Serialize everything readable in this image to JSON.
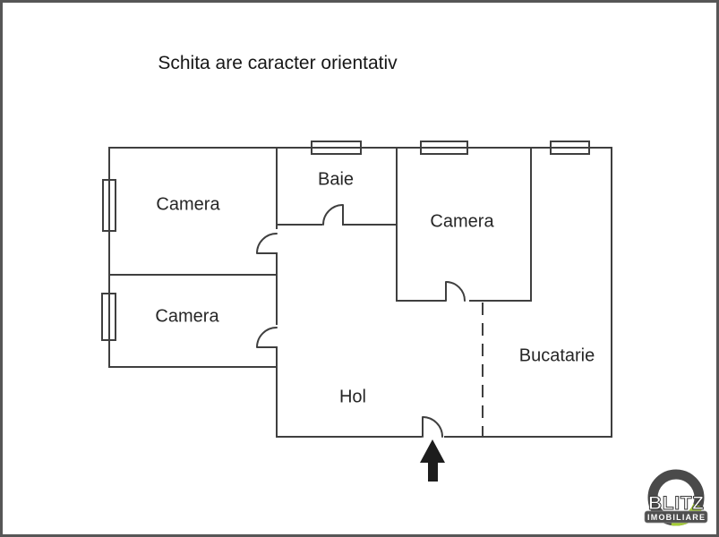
{
  "title": "Schita are caracter orientativ",
  "rooms": [
    {
      "id": "camera-top-left",
      "label": "Camera"
    },
    {
      "id": "baie",
      "label": "Baie"
    },
    {
      "id": "camera-right",
      "label": "Camera"
    },
    {
      "id": "camera-bottom-left",
      "label": "Camera"
    },
    {
      "id": "bucatarie",
      "label": "Bucatarie"
    },
    {
      "id": "hol",
      "label": "Hol"
    }
  ],
  "logo": {
    "brand": "BLITZ",
    "tagline": "IMOBILIARE"
  },
  "colors": {
    "wall": "#3f3f3f",
    "label_text": "#262626",
    "title_text": "#171717",
    "entrance_arrow": "#1d1d1d",
    "frame": "#565656",
    "logo_ring_gray": "#4a4a4a",
    "logo_green": "#a5cd35",
    "logo_text": "#ffffff"
  }
}
